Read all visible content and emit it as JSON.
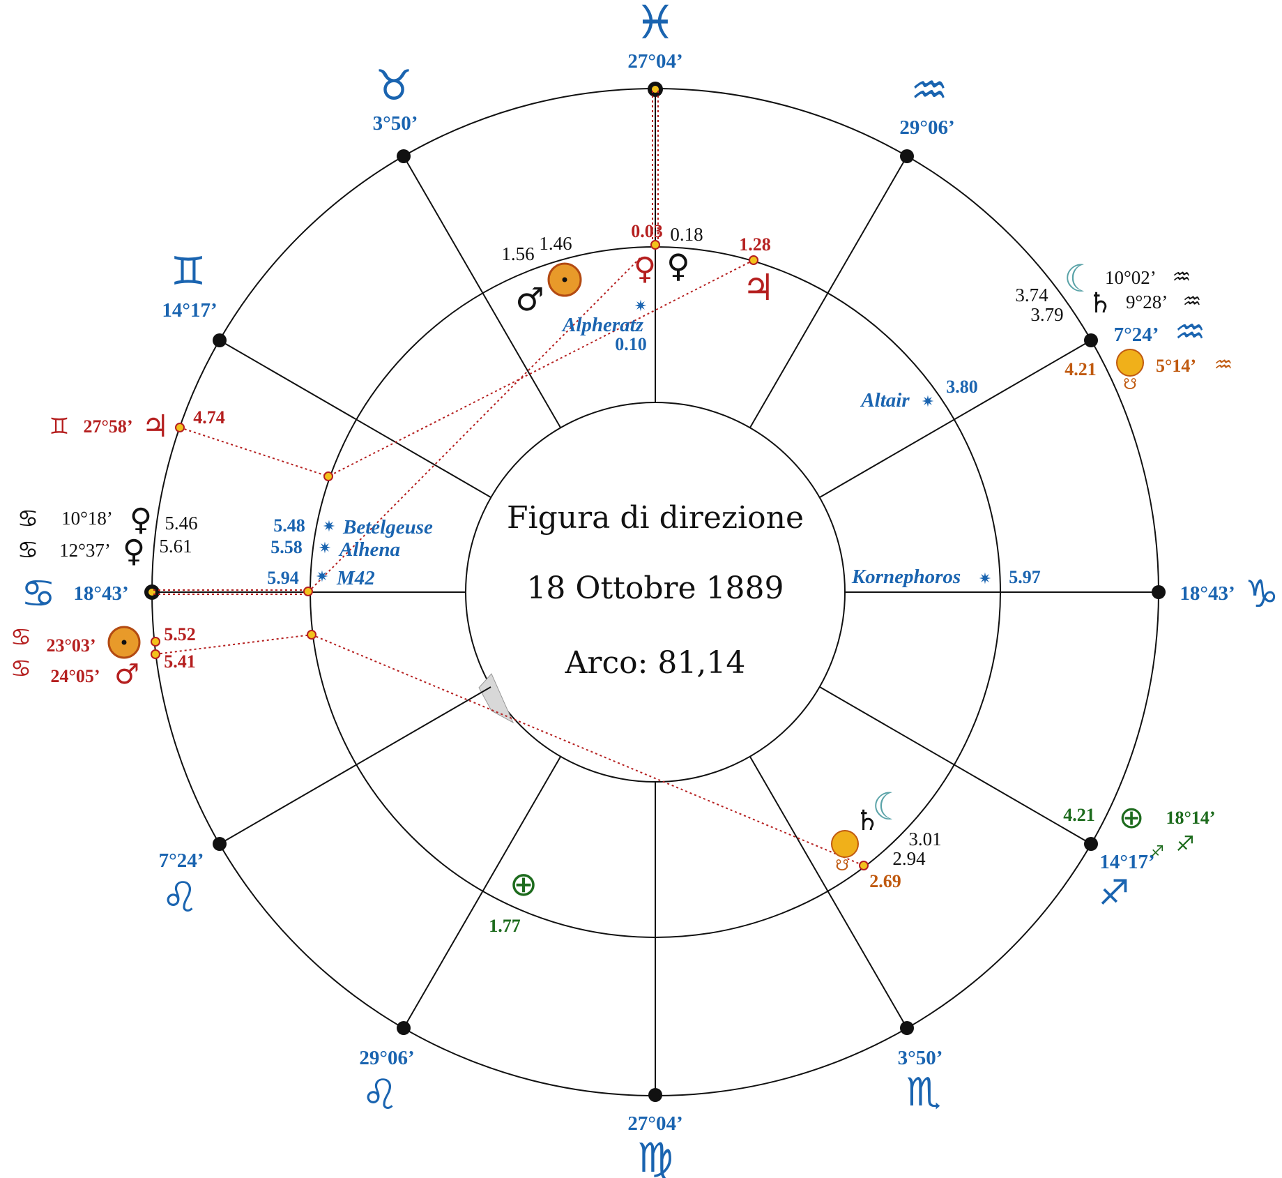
{
  "center": {
    "title": "Figura di direzione",
    "date": "18 Ottobre 1889",
    "arc": "Arco: 81,14"
  },
  "colors": {
    "sign": "#1a64b0",
    "directed": "#b51f1f",
    "node": "#c05a10",
    "fortune": "#1d6b1d",
    "natal": "#111111"
  },
  "cusps": {
    "top": "27°04’",
    "bottom": "27°04’",
    "upper_left_30": "3°50’",
    "lower_right_30": "3°50’",
    "upper_right_30": "29°06’",
    "lower_left_30": "29°06’",
    "upper_left_60": "14°17’",
    "lower_right_60": "14°17’",
    "upper_right_60": "7°24’",
    "lower_left_60": "7°24’",
    "left": "18°43’",
    "right": "18°43’"
  },
  "signs": {
    "top": "pisces",
    "upper_left_30": "taurus",
    "upper_right_30": "aquarius",
    "upper_left_60": "gemini",
    "upper_right_60": "aquarius",
    "left": "cancer",
    "right": "capricorn",
    "lower_left_60": "leo",
    "lower_right_60": "sagittarius",
    "lower_left_30": "leo",
    "lower_right_30": "scorpio",
    "bottom": "virgo"
  },
  "labels": {
    "mc_dir": "0.03",
    "venus_mc": "0.18",
    "jupiter_top": "1.28",
    "mars_top_a": "1.56",
    "mars_top_b": "1.46",
    "alpheratz": "Alpheratz",
    "alpheratz_val": "0.10",
    "altair": "Altair",
    "altair_val": "3.80",
    "moon_sat_top_a": "3.74",
    "moon_sat_top_b": "3.79",
    "moon_deg": "10°02’",
    "sat_deg": "9°28’",
    "node_top_val": "4.21",
    "node_top_deg": "5°14’",
    "jupiter_left_deg": "27°58’",
    "jupiter_left_val": "4.74",
    "venus_left_deg_a": "10°18’",
    "venus_left_deg_b": "12°37’",
    "venus_left_val_a": "5.46",
    "venus_left_val_b": "5.61",
    "betelgeuse": "Betelgeuse",
    "betelgeuse_val": "5.48",
    "alhena": "Alhena",
    "alhena_val": "5.58",
    "m42": "M42",
    "m42_val": "5.94",
    "kornephoros": "Kornephoros",
    "kornephoros_val": "5.97",
    "mars_left_deg_a": "23°03’",
    "mars_left_deg_b": "24°05’",
    "mars_left_val_a": "5.52",
    "mars_left_val_b": "5.41",
    "fortune_right_val": "4.21",
    "fortune_right_deg": "18°14’",
    "moon_sat_bottom_a": "3.01",
    "moon_sat_bottom_b": "2.94",
    "node_bottom_val": "2.69",
    "fortune_bottom_val": "1.77"
  }
}
